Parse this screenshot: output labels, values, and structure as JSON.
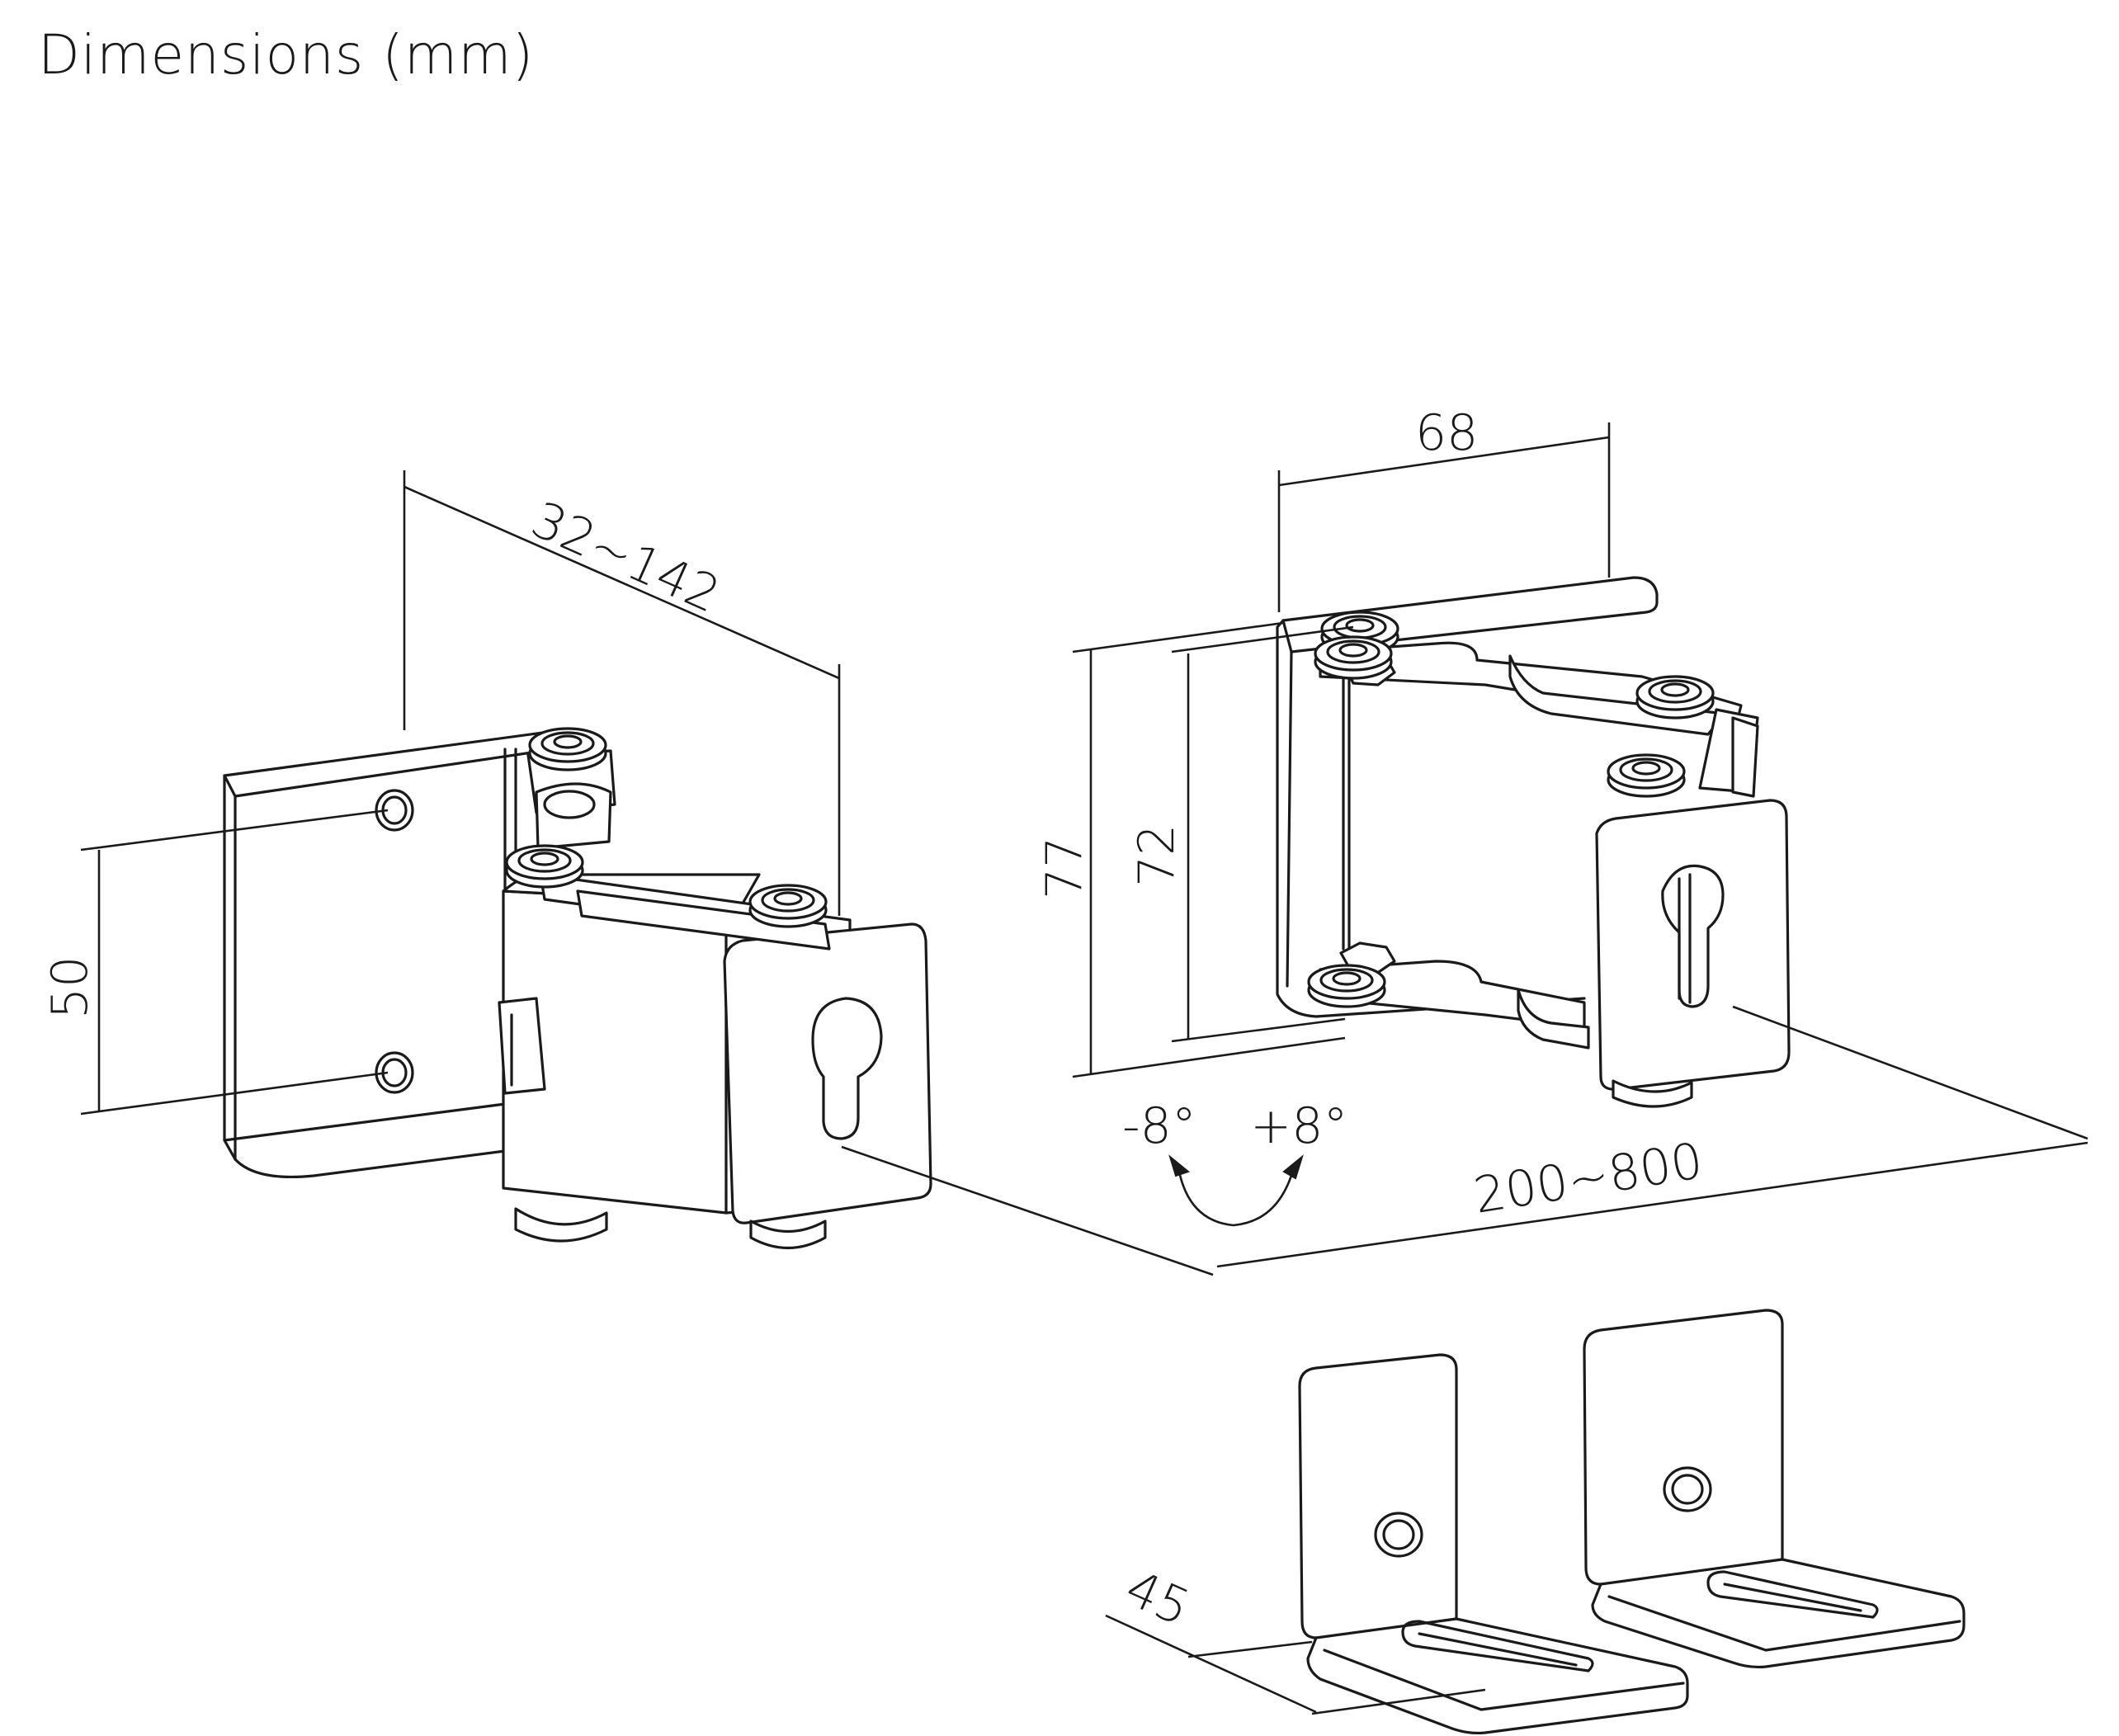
{
  "title": "Dimensions (mm)",
  "dimensions": {
    "depth_range": "32~142",
    "height_left": "50",
    "width_top": "68",
    "height_outer": "77",
    "height_inner": "72",
    "tilt_minus": "-8°",
    "tilt_plus": "+8°",
    "spacing_range": "200~800",
    "foot_depth": "45"
  }
}
